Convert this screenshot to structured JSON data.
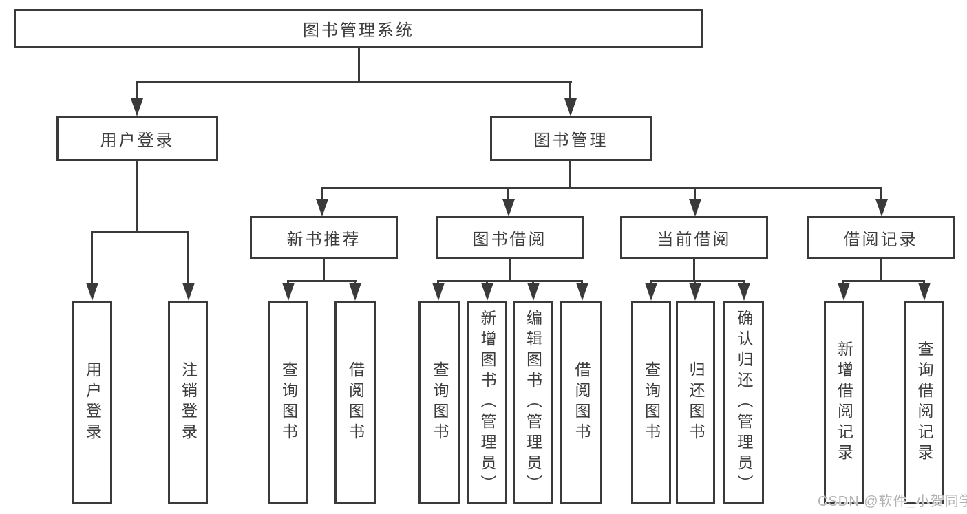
{
  "diagram": {
    "title": "图书管理系统",
    "level2": [
      {
        "label": "用户登录"
      },
      {
        "label": "图书管理"
      }
    ],
    "level3": [
      {
        "label": "新书推荐"
      },
      {
        "label": "图书借阅"
      },
      {
        "label": "当前借阅"
      },
      {
        "label": "借阅记录"
      }
    ],
    "leaves": {
      "login": [
        "用户登录",
        "注销登录"
      ],
      "newbook": [
        "查询图书",
        "借阅图书"
      ],
      "borrow": [
        "查询图书",
        "新增图书（管理员）",
        "编辑图书（管理员）",
        "借阅图书"
      ],
      "current": [
        "查询图书",
        "归还图书",
        "确认归还（管理员）"
      ],
      "record": [
        "新增借阅记录",
        "查询借阅记录"
      ]
    }
  },
  "watermark": {
    "text": "CSDN @软件_小贺同学"
  },
  "colors": {
    "line": "#3a3a3a",
    "text": "#3d3d3d",
    "watermark": "#b3b3b3"
  }
}
